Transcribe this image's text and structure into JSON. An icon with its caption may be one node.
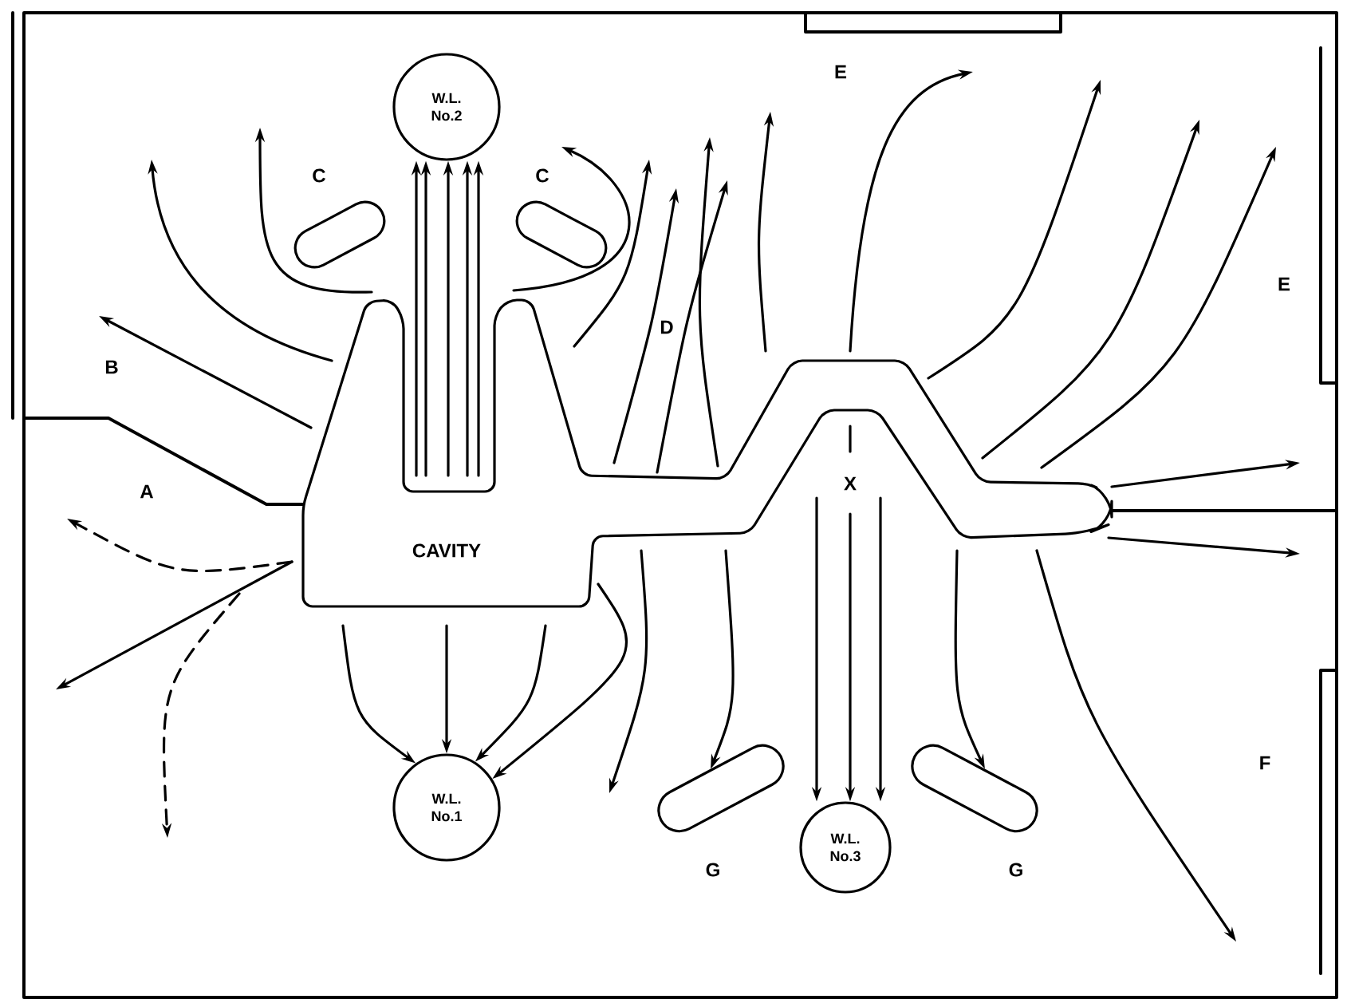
{
  "diagram": {
    "nodes": [
      {
        "text": [
          "W.L. No.2"
        ]
      },
      {
        "text": [],
        "shape": "kidney",
        "beside": [
          "C"
        ]
      },
      {
        "text": [],
        "shape": "kidney",
        "beside": [
          "C"
        ]
      },
      {
        "text": [
          "CAVITY"
        ]
      },
      {
        "text": [
          "W.L. No.1"
        ]
      },
      {
        "text": [],
        "shape": "oval",
        "beside": [
          "G"
        ]
      },
      {
        "text": [
          "W.L. No.3"
        ]
      },
      {
        "text": [],
        "shape": "oval",
        "beside": [
          "G"
        ]
      }
    ],
    "edges": [
      {
        "from": 3,
        "to": 0,
        "arrow": "to"
      },
      {
        "from": 3,
        "to": 0,
        "arrow": "to"
      },
      {
        "from": 3,
        "to": 0,
        "arrow": "to"
      },
      {
        "from": 3,
        "to": 0,
        "arrow": "to"
      },
      {
        "from": 3,
        "to": 0,
        "arrow": "to"
      },
      {
        "from": 3,
        "to": 4,
        "arrow": "to"
      },
      {
        "from": 3,
        "to": 4,
        "arrow": "to"
      },
      {
        "from": 3,
        "to": 4,
        "arrow": "to"
      },
      {
        "from": 3,
        "to": 4,
        "arrow": "to"
      },
      {
        "from": 3,
        "to": 6,
        "arrow": "to"
      },
      {
        "from": 3,
        "to": 6,
        "arrow": "to"
      },
      {
        "from": 3,
        "to": 6,
        "arrow": "to"
      },
      {
        "from": 3,
        "to": 5,
        "arrow": "to"
      },
      {
        "from": 3,
        "to": 7,
        "arrow": "to"
      },
      {
        "from": 3,
        "to": null,
        "arrow": "to"
      },
      {
        "from": 3,
        "to": null,
        "arrow": "to"
      },
      {
        "from": 3,
        "to": null,
        "arrow": "to"
      },
      {
        "from": 3,
        "to": null,
        "arrow": "to"
      },
      {
        "from": 3,
        "to": null,
        "arrow": "to"
      },
      {
        "from": 3,
        "to": null,
        "arrow": "to"
      },
      {
        "from": 3,
        "to": null,
        "arrow": "to"
      },
      {
        "from": 3,
        "to": null,
        "arrow": "to"
      },
      {
        "from": 3,
        "to": null,
        "arrow": "to"
      },
      {
        "from": 3,
        "to": null,
        "arrow": "to"
      },
      {
        "from": 3,
        "to": null,
        "arrow": "to"
      },
      {
        "from": 3,
        "to": null,
        "arrow": "to"
      },
      {
        "from": 3,
        "to": null,
        "arrow": "to"
      },
      {
        "from": 3,
        "to": null,
        "arrow": "to"
      },
      {
        "from": 3,
        "to": null,
        "arrow": "to"
      },
      {
        "from": 3,
        "to": null,
        "arrow": "to"
      },
      {
        "from": 3,
        "to": null,
        "arrow": "to"
      },
      {
        "from": 3,
        "to": null,
        "arrow": "to"
      },
      {
        "from": 3,
        "to": null,
        "arrow": "to",
        "style": "dashed"
      },
      {
        "from": 3,
        "to": null,
        "arrow": "to",
        "style": "dashed"
      }
    ],
    "labels": [
      "E",
      "E",
      "D",
      "B",
      "X",
      "A",
      "F"
    ]
  }
}
